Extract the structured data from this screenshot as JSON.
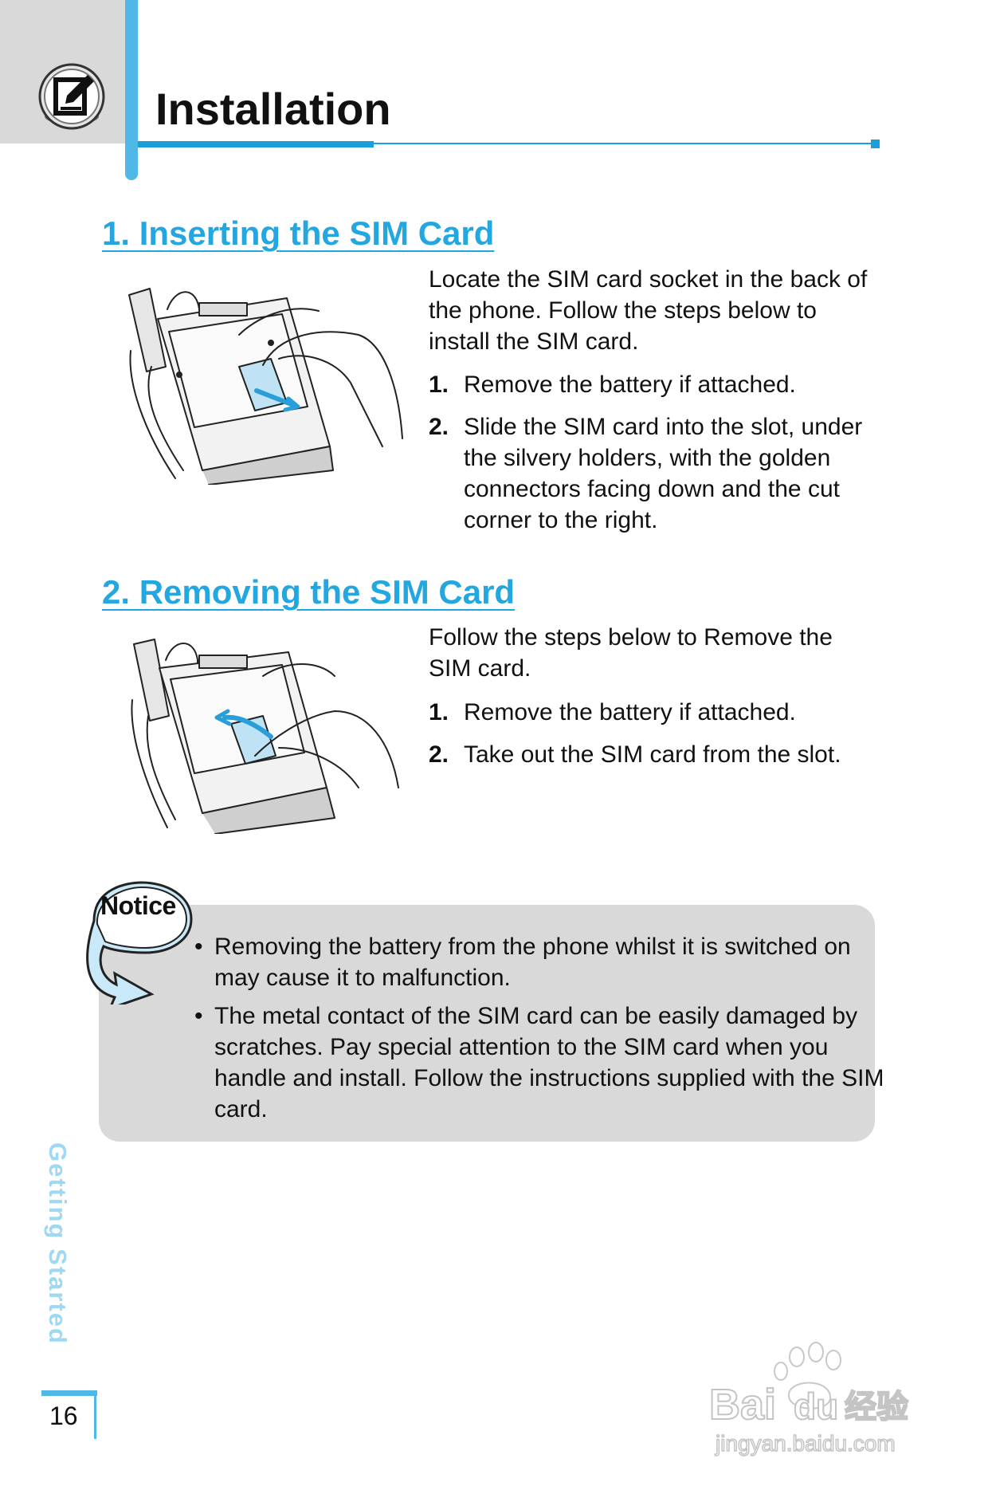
{
  "header": {
    "title": "Installation",
    "logo_icon": "note-pencil-icon"
  },
  "section1": {
    "heading": "1. Inserting the SIM Card",
    "intro": "Locate the SIM card socket in the back of the phone. Follow the steps below to install the SIM card.",
    "steps": [
      {
        "num": "1.",
        "text": "Remove the battery if attached."
      },
      {
        "num": "2.",
        "text": "Slide the SIM card into the slot, under the silvery holders, with the golden connectors facing down and the cut corner to the right."
      }
    ]
  },
  "section2": {
    "heading": "2. Removing the SIM Card",
    "intro": "Follow the steps below to Remove the SIM card.",
    "steps": [
      {
        "num": "1.",
        "text": "Remove the battery if attached."
      },
      {
        "num": "2.",
        "text": "Take out the SIM card from the slot."
      }
    ]
  },
  "notice": {
    "label": "Notice",
    "bullet_char": "•",
    "bullets": [
      "Removing the battery from the phone whilst it is switched on may cause it to malfunction.",
      "The metal contact of the SIM card can be easily damaged by scratches. Pay special attention to the SIM card when you handle and install. Follow the instructions supplied with the SIM card."
    ]
  },
  "side_label": "Getting Started",
  "page_number": "16",
  "watermark": {
    "brand": "Bai",
    "brand2": "du",
    "cn": "经验",
    "url": "jingyan.baidu.com"
  },
  "colors": {
    "accent": "#1a9fd9",
    "heading": "#22a7e0",
    "panel": "#d9d9d9",
    "side": "#9fd8f2"
  }
}
